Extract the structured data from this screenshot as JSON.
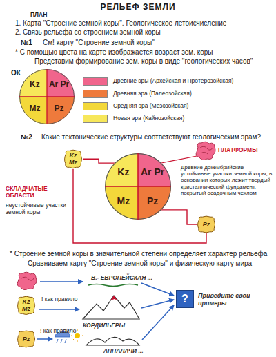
{
  "diagram": {
    "title": "РЕЛЬЕФ ЗЕМЛИ",
    "nodes": [
      {
        "text": []
      },
      {
        "text": [
          "Kz"
        ],
        "in": 0
      },
      {
        "text": [
          "Ar Pr"
        ],
        "in": 0
      },
      {
        "text": [
          "Mz"
        ],
        "in": 0
      },
      {
        "text": [
          "Pz"
        ],
        "in": 0
      },
      {
        "text": [
          "Kz",
          "Mz"
        ]
      },
      {
        "text": []
      },
      {
        "text": [
          "Kz"
        ],
        "in": 6
      },
      {
        "text": [
          "Ar Pr"
        ],
        "in": 6
      },
      {
        "text": [
          "Mz"
        ],
        "in": 6
      },
      {
        "text": [
          "Pz"
        ],
        "in": 6
      },
      {
        "text": [
          "Pz"
        ]
      },
      {
        "text": [
          "Kz",
          "Mz"
        ]
      },
      {
        "text": [
          "?",
          "Приведите свои примеры"
        ]
      },
      {
        "text": [
          "Pz"
        ]
      }
    ],
    "edges": [
      {
        "from": 6,
        "to": 5,
        "arrow": "none"
      },
      {
        "from": 6,
        "to": 11,
        "arrow": "none"
      },
      {
        "from": 5,
        "to": 11,
        "arrow": "none"
      }
    ],
    "labels": [
      "ПЛАН",
      "1. Карта \"Строение земной коры\". Геологическое летоисчисление",
      "2. Связь рельефа со строением земной коры",
      "№1",
      "См! карту \"Строение земной коры\"",
      "* С помощью цвета на карте изображается возраст зем. коры",
      "Представим формирование зем. коры в виде \"геологических часов\"",
      "ОК",
      "№2",
      "Какие тектонические структуры соответствуют геологическим эрам?",
      "СКЛАДЧАТЫЕ ОБЛАСТИ",
      "неустойчивые участки земной коры",
      "ПЛАТФОРМЫ",
      "Древние докембрийские устойчивые участки земной коры, в основании которых лежит твердый кристаллический фундамент, покрытый осадочным чехлом",
      "* Строение земной коры в значительной степени определяет характер рельефа",
      "Сравниваем карту \"Строение земной коры\" и физическую карту мира",
      "В.- ЕВРОПЕЙСКАЯ ...",
      "! как правило",
      "КОРДИЛЬЕРЫ",
      "! как правило",
      "АППАЛАЧИ ..."
    ],
    "legend": [
      {
        "text": "Древние эры (Архейская и Протерозойская)",
        "color": "#f0658c"
      },
      {
        "text": "Древняя эра (Палеозойская)",
        "color": "#ee7a3c"
      },
      {
        "text": "Средняя эра (Мезозойская)",
        "color": "#f3d83a"
      },
      {
        "text": "Новая эра (Кайнозойская)",
        "color": "#f7e75a"
      }
    ]
  }
}
